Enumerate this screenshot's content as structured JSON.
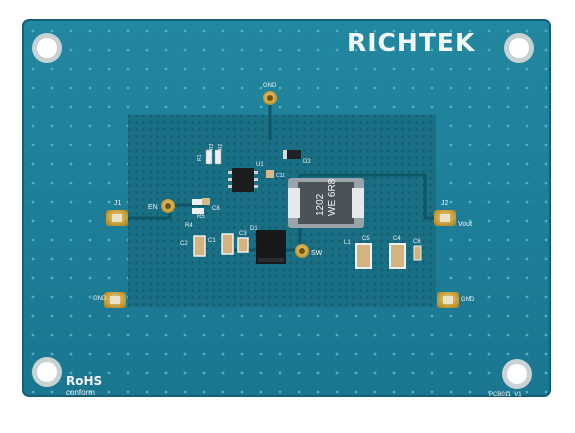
{
  "board": {
    "brand": "RICHTEK",
    "part_number": "PCB011_V1",
    "compliance": [
      "RoHS",
      "conform"
    ],
    "inductor_marking": [
      "WE 6R8",
      "1202"
    ]
  },
  "labels": {
    "gnd_top": "GND",
    "j1": "J1",
    "en": "EN",
    "r5": "R5",
    "r4": "R4",
    "c8": "C8",
    "r1": "R1",
    "r3": "R3",
    "r2": "R2",
    "u1": "U1",
    "d2": "D2",
    "c11": "C11",
    "c2": "C2",
    "c1": "C1",
    "c3": "C3",
    "d1": "D1",
    "sw": "SW",
    "l1": "L1",
    "c5": "C5",
    "c4": "C4",
    "c6": "C6",
    "j2": "J2",
    "vout": "Vout",
    "gnd_left": "GND",
    "gnd_right": "GND"
  },
  "colors": {
    "board": "#1f7f96",
    "board_edge": "#16667b",
    "silkscreen": "#f2f6f8",
    "copper": "#c9a23a",
    "via": "#3c9db3"
  }
}
